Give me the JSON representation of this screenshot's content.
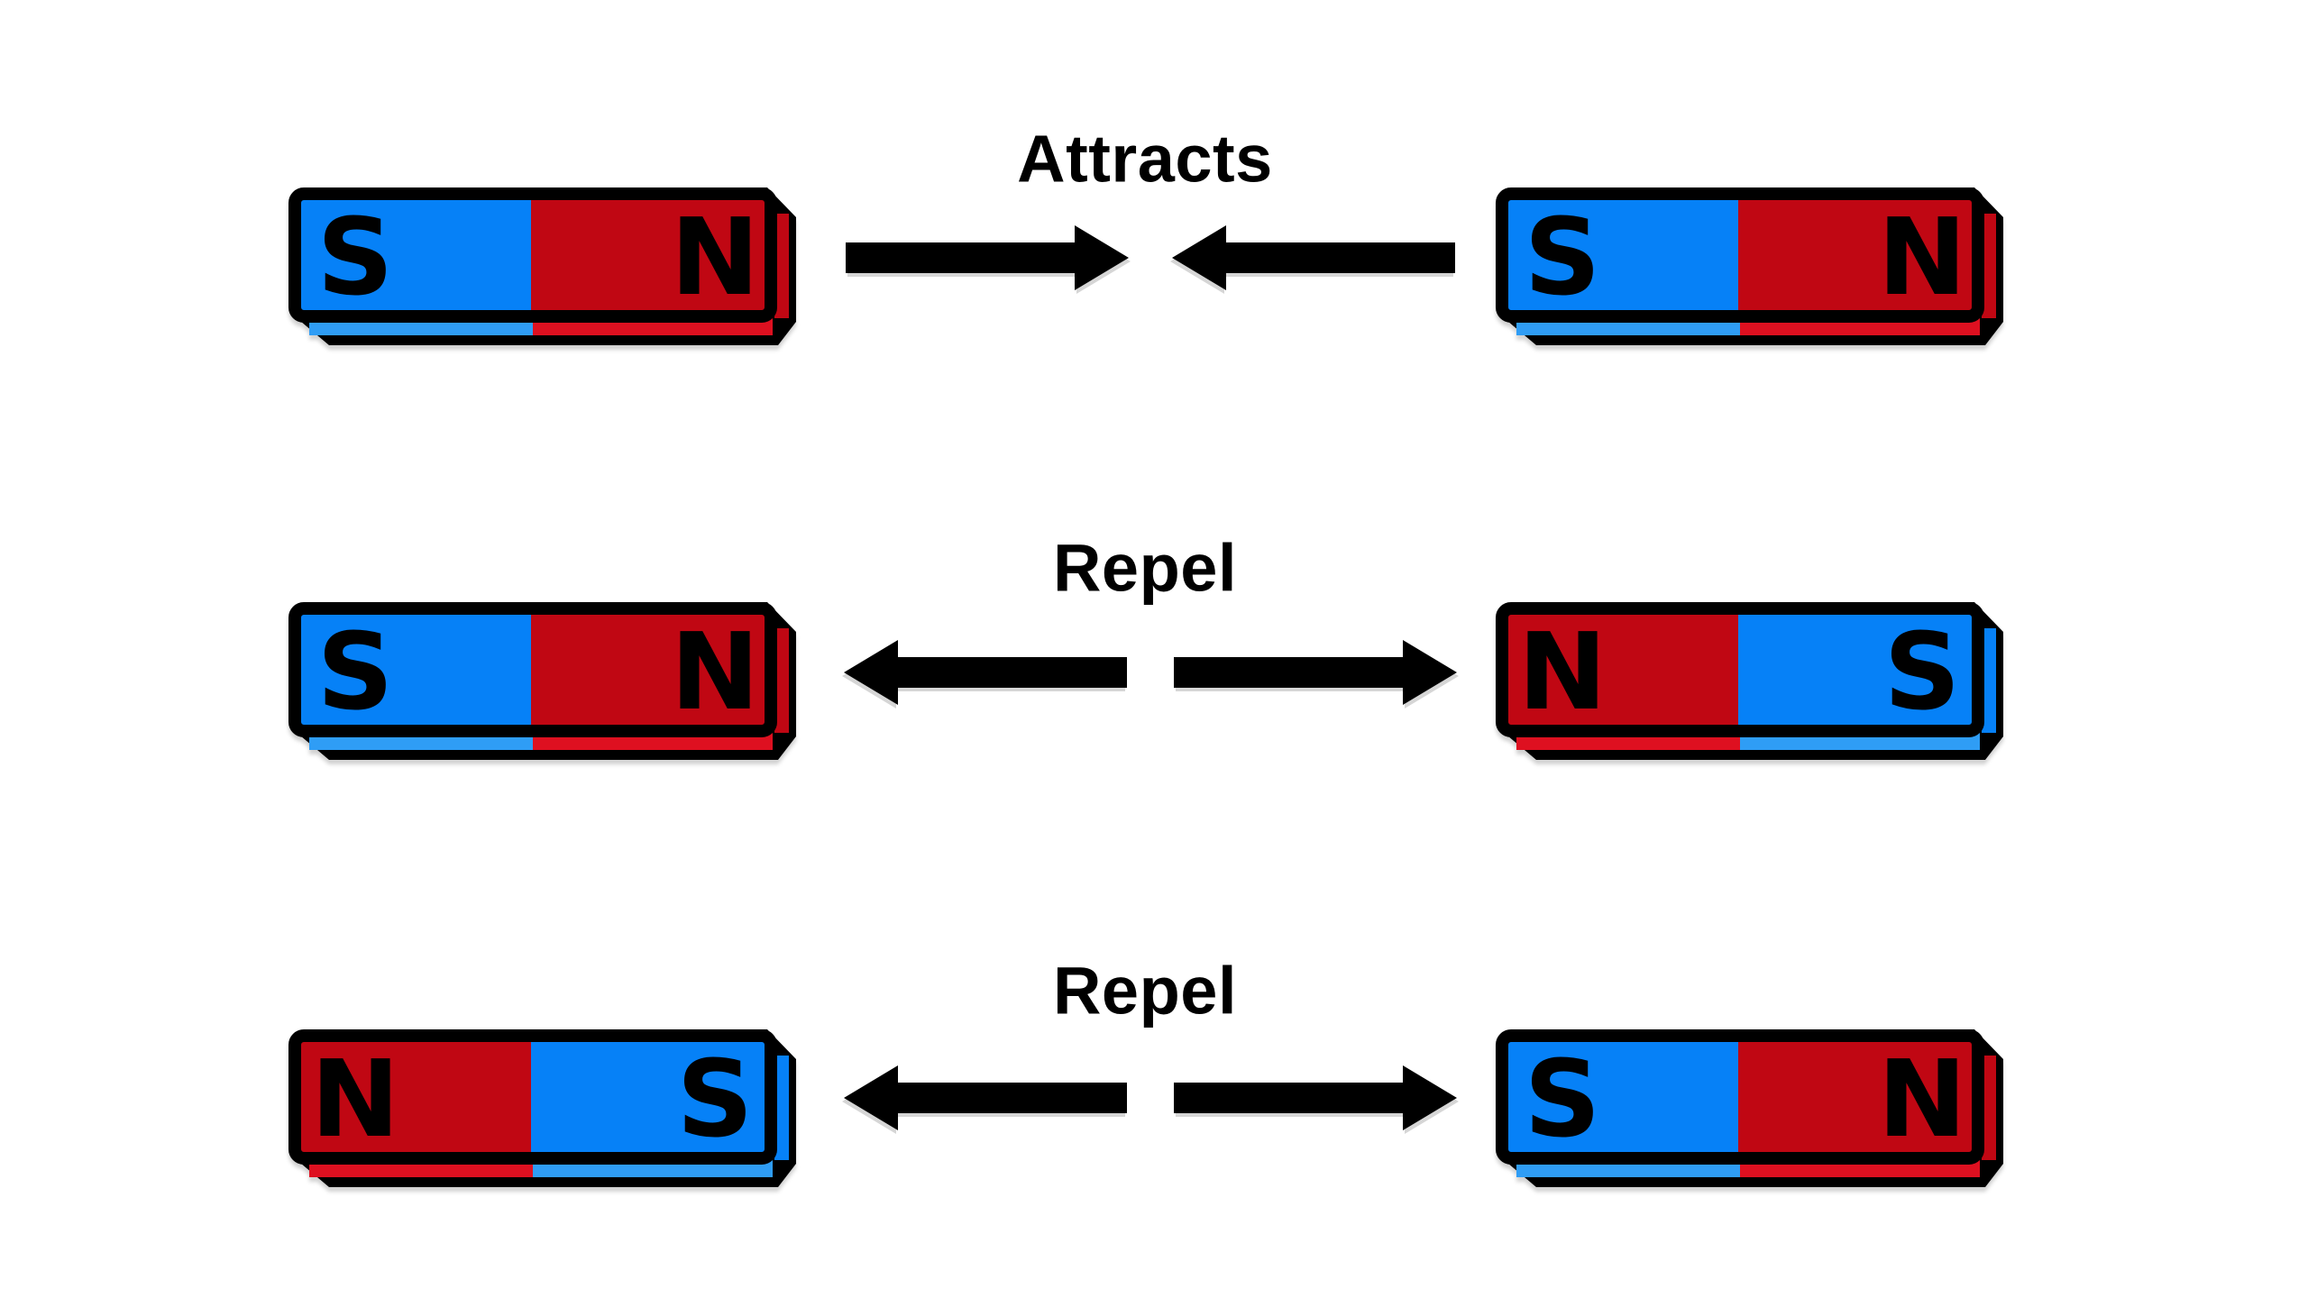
{
  "background_color": "#ffffff",
  "colors": {
    "south_pole": "#0681f7",
    "north_pole": "#c00713",
    "south_depth": "#2f9df5",
    "north_depth": "#de1020",
    "outline": "#000000",
    "arrow": "#000000",
    "label_text": "#000000"
  },
  "rows": [
    {
      "label": "Attracts",
      "arrow_direction": "inward",
      "left_magnet": {
        "left_pole": "S",
        "right_pole": "N"
      },
      "right_magnet": {
        "left_pole": "S",
        "right_pole": "N"
      }
    },
    {
      "label": "Repel",
      "arrow_direction": "outward",
      "left_magnet": {
        "left_pole": "S",
        "right_pole": "N"
      },
      "right_magnet": {
        "left_pole": "N",
        "right_pole": "S"
      }
    },
    {
      "label": "Repel",
      "arrow_direction": "outward",
      "left_magnet": {
        "left_pole": "N",
        "right_pole": "S"
      },
      "right_magnet": {
        "left_pole": "S",
        "right_pole": "N"
      }
    }
  ]
}
